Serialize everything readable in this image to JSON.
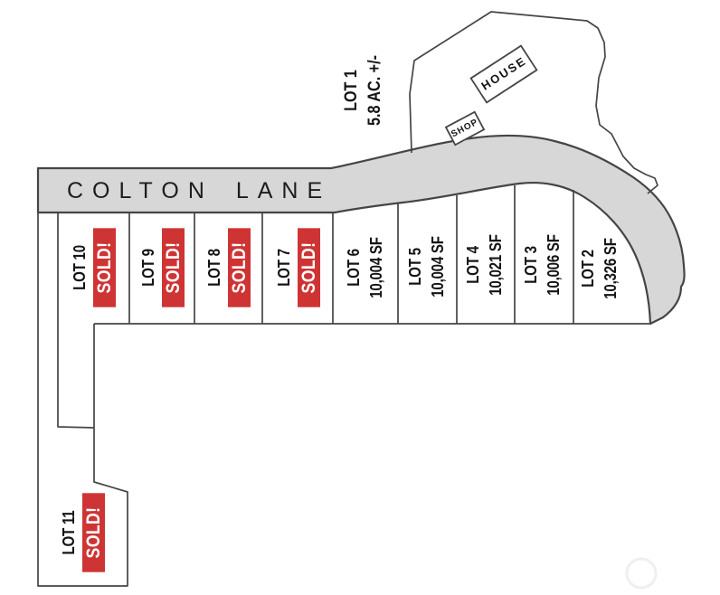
{
  "map_title": "Colton Lane lot plat map",
  "road": {
    "name": "COLTON LANE"
  },
  "lot1": {
    "name": "LOT 1",
    "area": "5.8 AC. +/-",
    "buildings": [
      {
        "label": "HOUSE"
      },
      {
        "label": "SHOP"
      }
    ]
  },
  "lots": [
    {
      "name": "LOT 10",
      "status": "SOLD!"
    },
    {
      "name": "LOT 9",
      "status": "SOLD!"
    },
    {
      "name": "LOT 8",
      "status": "SOLD!"
    },
    {
      "name": "LOT 7",
      "status": "SOLD!"
    },
    {
      "name": "LOT 6",
      "size": "10,004 SF"
    },
    {
      "name": "LOT 5",
      "size": "10,004 SF"
    },
    {
      "name": "LOT 4",
      "size": "10,021 SF"
    },
    {
      "name": "LOT 3",
      "size": "10,006 SF"
    },
    {
      "name": "LOT 2",
      "size": "10,326 SF"
    },
    {
      "name": "LOT 11",
      "status": "SOLD!"
    }
  ],
  "colors": {
    "sold_red": "#cf3434",
    "road_gray": "#d7d7d7",
    "line_dark": "#454545",
    "ink": "#141414"
  }
}
